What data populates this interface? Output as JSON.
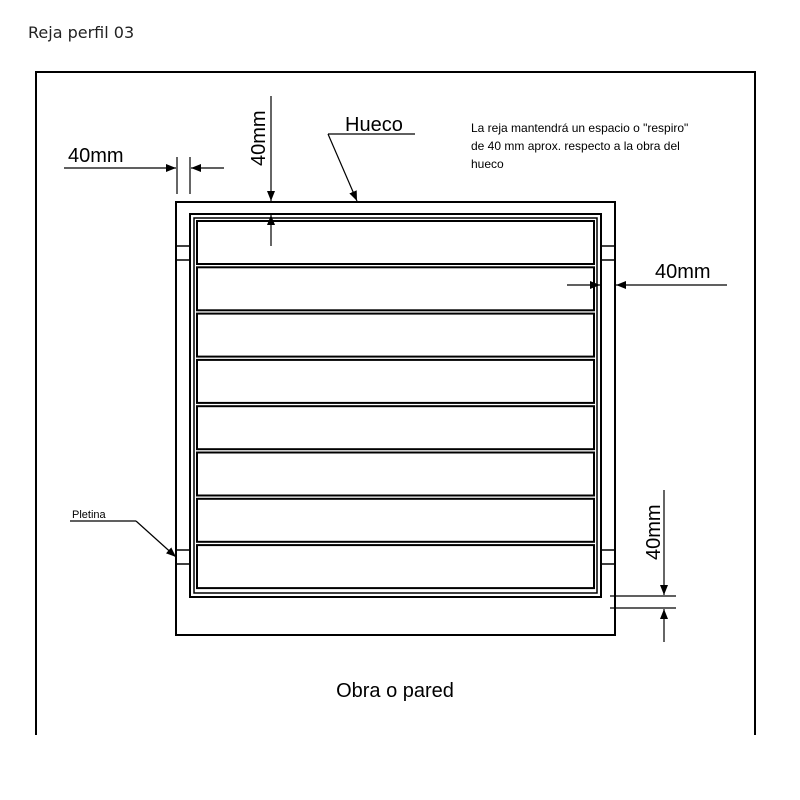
{
  "title": "Reja perfil 03",
  "labels": {
    "hueco": "Hueco",
    "dim_top_left": "40mm",
    "dim_top_vertical": "40mm",
    "dim_right": "40mm",
    "dim_bottom_vertical": "40mm",
    "pletina": "Pletina",
    "wall": "Obra o pared"
  },
  "note": [
    "La reja mantendrá un espacio o \"respiro\"",
    "de 40 mm aprox. respecto a la obra del",
    "hueco"
  ],
  "grille": {
    "bar_count": 8
  }
}
